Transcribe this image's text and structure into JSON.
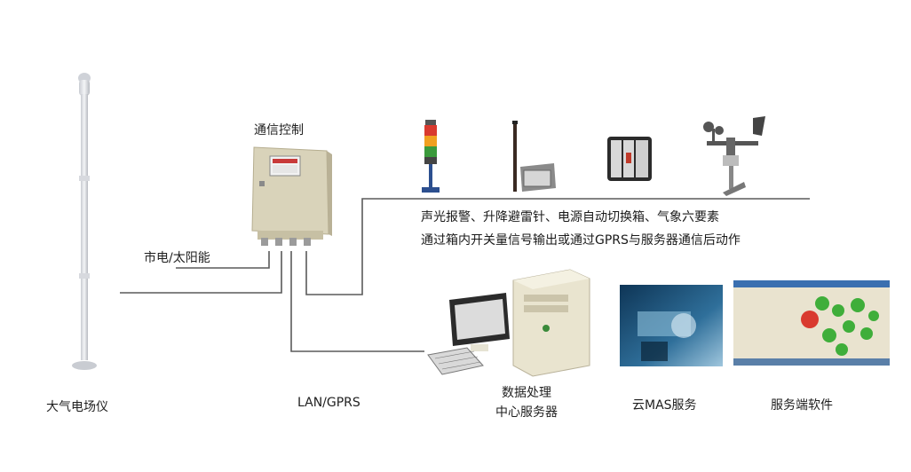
{
  "labels": {
    "comm_control": "通信控制",
    "power": "市电/太阳能",
    "lan": "LAN/GPRS",
    "field_meter": "大气电场仪",
    "server_line1": "数据处理",
    "server_line2": "中心服务器",
    "cloud": "云MAS服务",
    "software": "服务端软件"
  },
  "description": {
    "line1": "声光报警、升降避雷针、电源自动切换箱、气象六要素",
    "line2": "通过箱内开关量信号输出或通过GPRS与服务器通信后动作"
  },
  "colors": {
    "wire": "#555555",
    "panel": "#d8d2b8",
    "pole": "#e4e6ea"
  }
}
